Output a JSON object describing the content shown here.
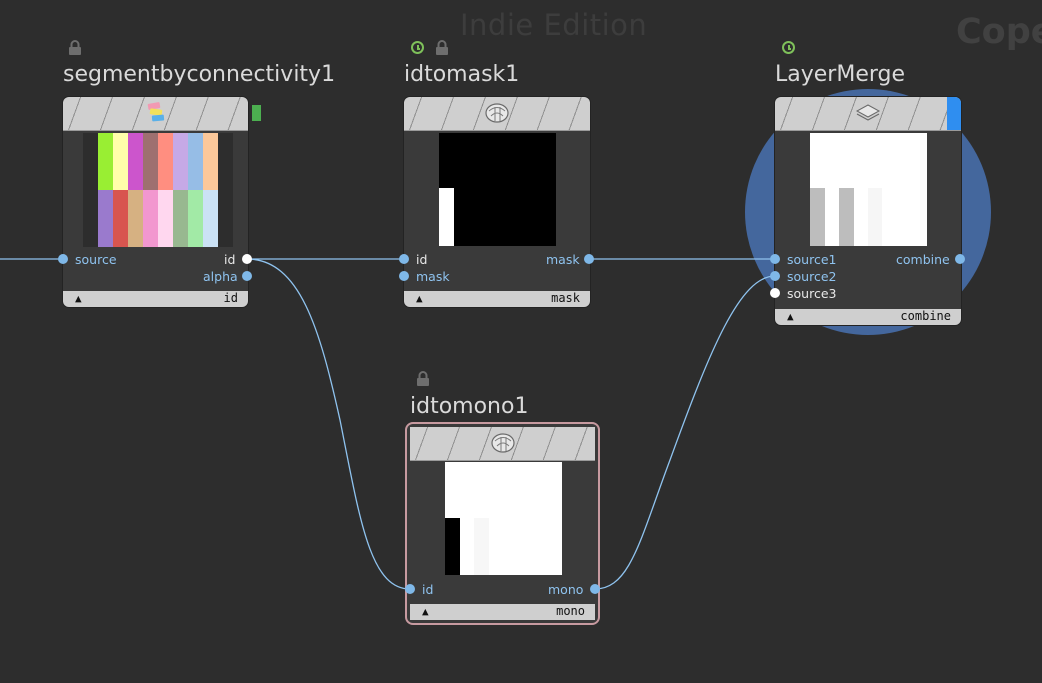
{
  "watermark": "Indie Edition",
  "context_label": "Cope",
  "colors": {
    "background": "#2d2d2d",
    "wire": "#8fc3ef",
    "selection": "#44679d",
    "flag_blue": "#2f8ef0",
    "flag_green": "#4caf50",
    "clock_green": "#7ec05a"
  },
  "nodes": {
    "segment": {
      "name": "segmentbyconnectivity1",
      "icon": "palette-icon",
      "inputs": [
        "source"
      ],
      "outputs": [
        "id",
        "alpha"
      ],
      "footer_output": "id",
      "locked": true,
      "swatches_top": [
        "#2d2d2d",
        "#99ee33",
        "#ffffaa",
        "#cc55cc",
        "#9e7070",
        "#ff8e80",
        "#c6a9e6",
        "#96bde6",
        "#fcc89a",
        "#2d2d2d"
      ],
      "swatches_bottom": [
        "#2d2d2d",
        "#9a7acd",
        "#d8554f",
        "#d6b182",
        "#f297cf",
        "#ffd7ef",
        "#98b890",
        "#a2eaa6",
        "#cbe2f5",
        "#2d2d2d"
      ]
    },
    "idtomask": {
      "name": "idtomask1",
      "icon": "cube-blob-icon",
      "inputs": [
        "id",
        "mask"
      ],
      "outputs": [
        "mask"
      ],
      "footer_output": "mask",
      "locked": true,
      "time_dependent": true
    },
    "layermerge": {
      "name": "LayerMerge",
      "icon": "layers-icon",
      "inputs": [
        "source1",
        "source2",
        "source3"
      ],
      "outputs": [
        "combine"
      ],
      "footer_output": "combine",
      "time_dependent": true,
      "display_flag": true
    },
    "idtomono": {
      "name": "idtomono1",
      "icon": "cube-blob-icon",
      "inputs": [
        "id"
      ],
      "outputs": [
        "mono"
      ],
      "footer_output": "mono",
      "locked": true
    }
  }
}
